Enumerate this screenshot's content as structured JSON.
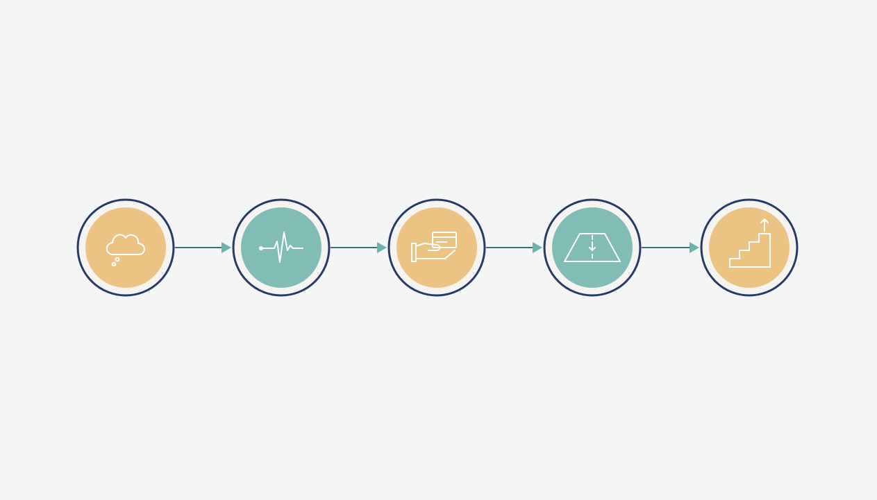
{
  "diagram": {
    "type": "process-flow",
    "colors": {
      "background": "#f4f5f5",
      "ring": "#243a68",
      "ring_fill": "#f6f4f0",
      "warm": "#ebc483",
      "teal": "#82bdb5",
      "connector": "#3d6f73",
      "arrowhead": "#6eb2ad",
      "icon_stroke": "#ffffff"
    },
    "steps": [
      {
        "icon": "thought-cloud-icon",
        "fill": "warm"
      },
      {
        "icon": "heartbeat-pulse-icon",
        "fill": "teal"
      },
      {
        "icon": "hand-receiving-card-icon",
        "fill": "warm"
      },
      {
        "icon": "road-ahead-icon",
        "fill": "teal"
      },
      {
        "icon": "stairs-up-icon",
        "fill": "warm"
      }
    ],
    "connectors": 4
  }
}
